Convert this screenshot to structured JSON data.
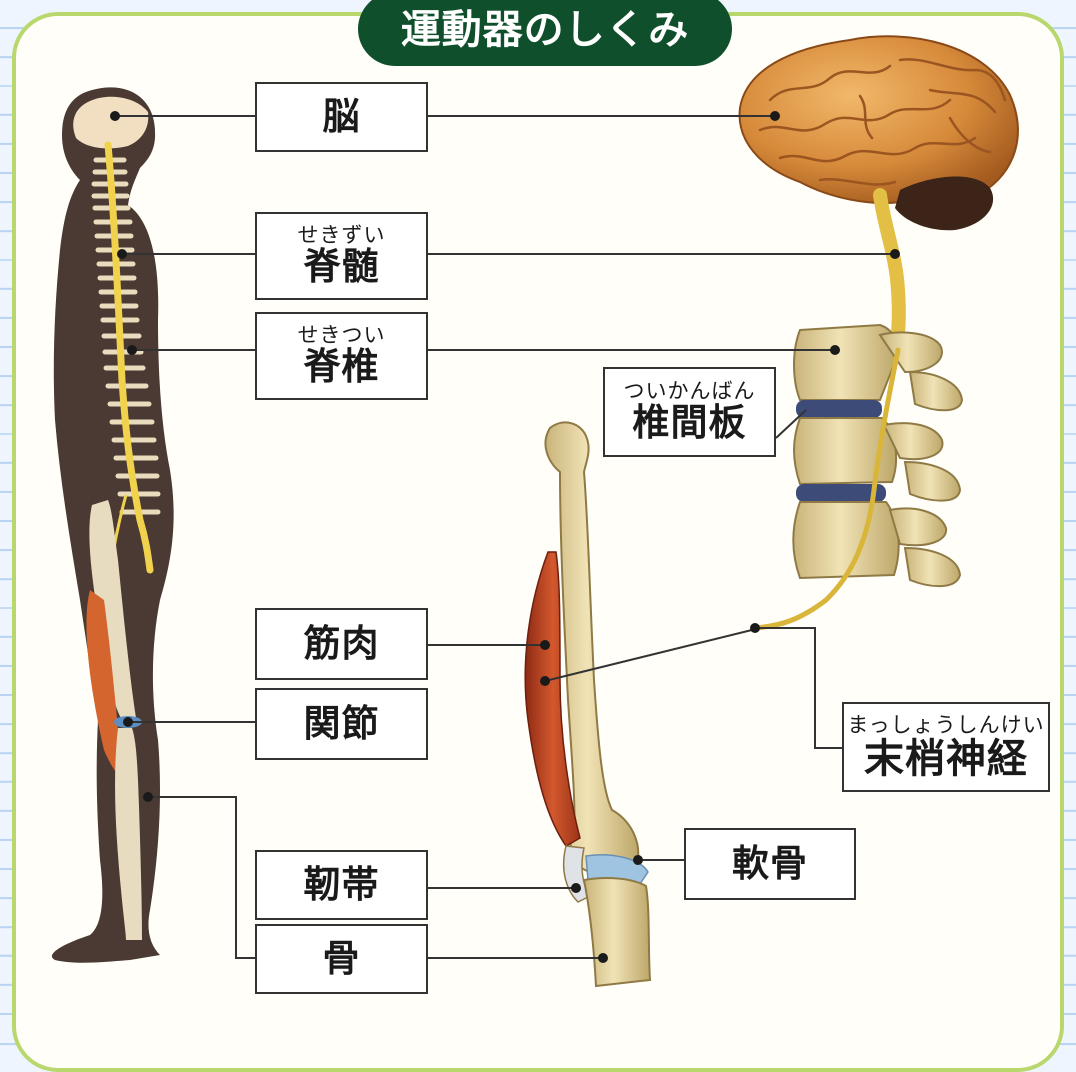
{
  "title": "運動器のしくみ",
  "labels": {
    "brain": {
      "text": "脳"
    },
    "spinal_cord": {
      "text": "脊髄",
      "ruby": "せきずい"
    },
    "spine": {
      "text": "脊椎",
      "ruby": "せきつい"
    },
    "disc": {
      "text": "椎間板",
      "ruby": "ついかんばん"
    },
    "muscle": {
      "text": "筋肉"
    },
    "joint": {
      "text": "関節"
    },
    "peripheral_nerve": {
      "text": "末梢神経",
      "ruby": "まっしょうしんけい"
    },
    "cartilage": {
      "text": "軟骨"
    },
    "ligament": {
      "text": "靭帯"
    },
    "bone": {
      "text": "骨"
    }
  },
  "colors": {
    "title_bg": "#0f4f2c",
    "frame": "#b8d76c",
    "silhouette": "#4a3a33",
    "nerve": "#e6c13a",
    "bone": "#e6d6a4",
    "muscle": "#c24a26",
    "brain": "#d68a3a"
  }
}
